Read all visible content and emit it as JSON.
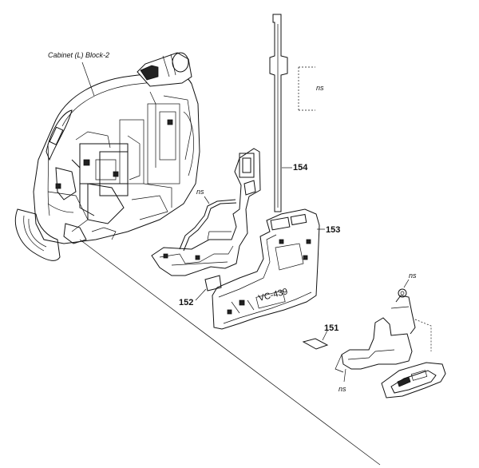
{
  "diagram": {
    "labels": {
      "cabinet": "Cabinet (L) Block-2",
      "ns_top": "ns",
      "ns_cable": "ns",
      "ns_screw": "ns",
      "ns_bottom": "ns",
      "part_154": "154",
      "part_153": "153",
      "part_152": "152",
      "part_151": "151",
      "board_marking": "VC-439"
    }
  }
}
